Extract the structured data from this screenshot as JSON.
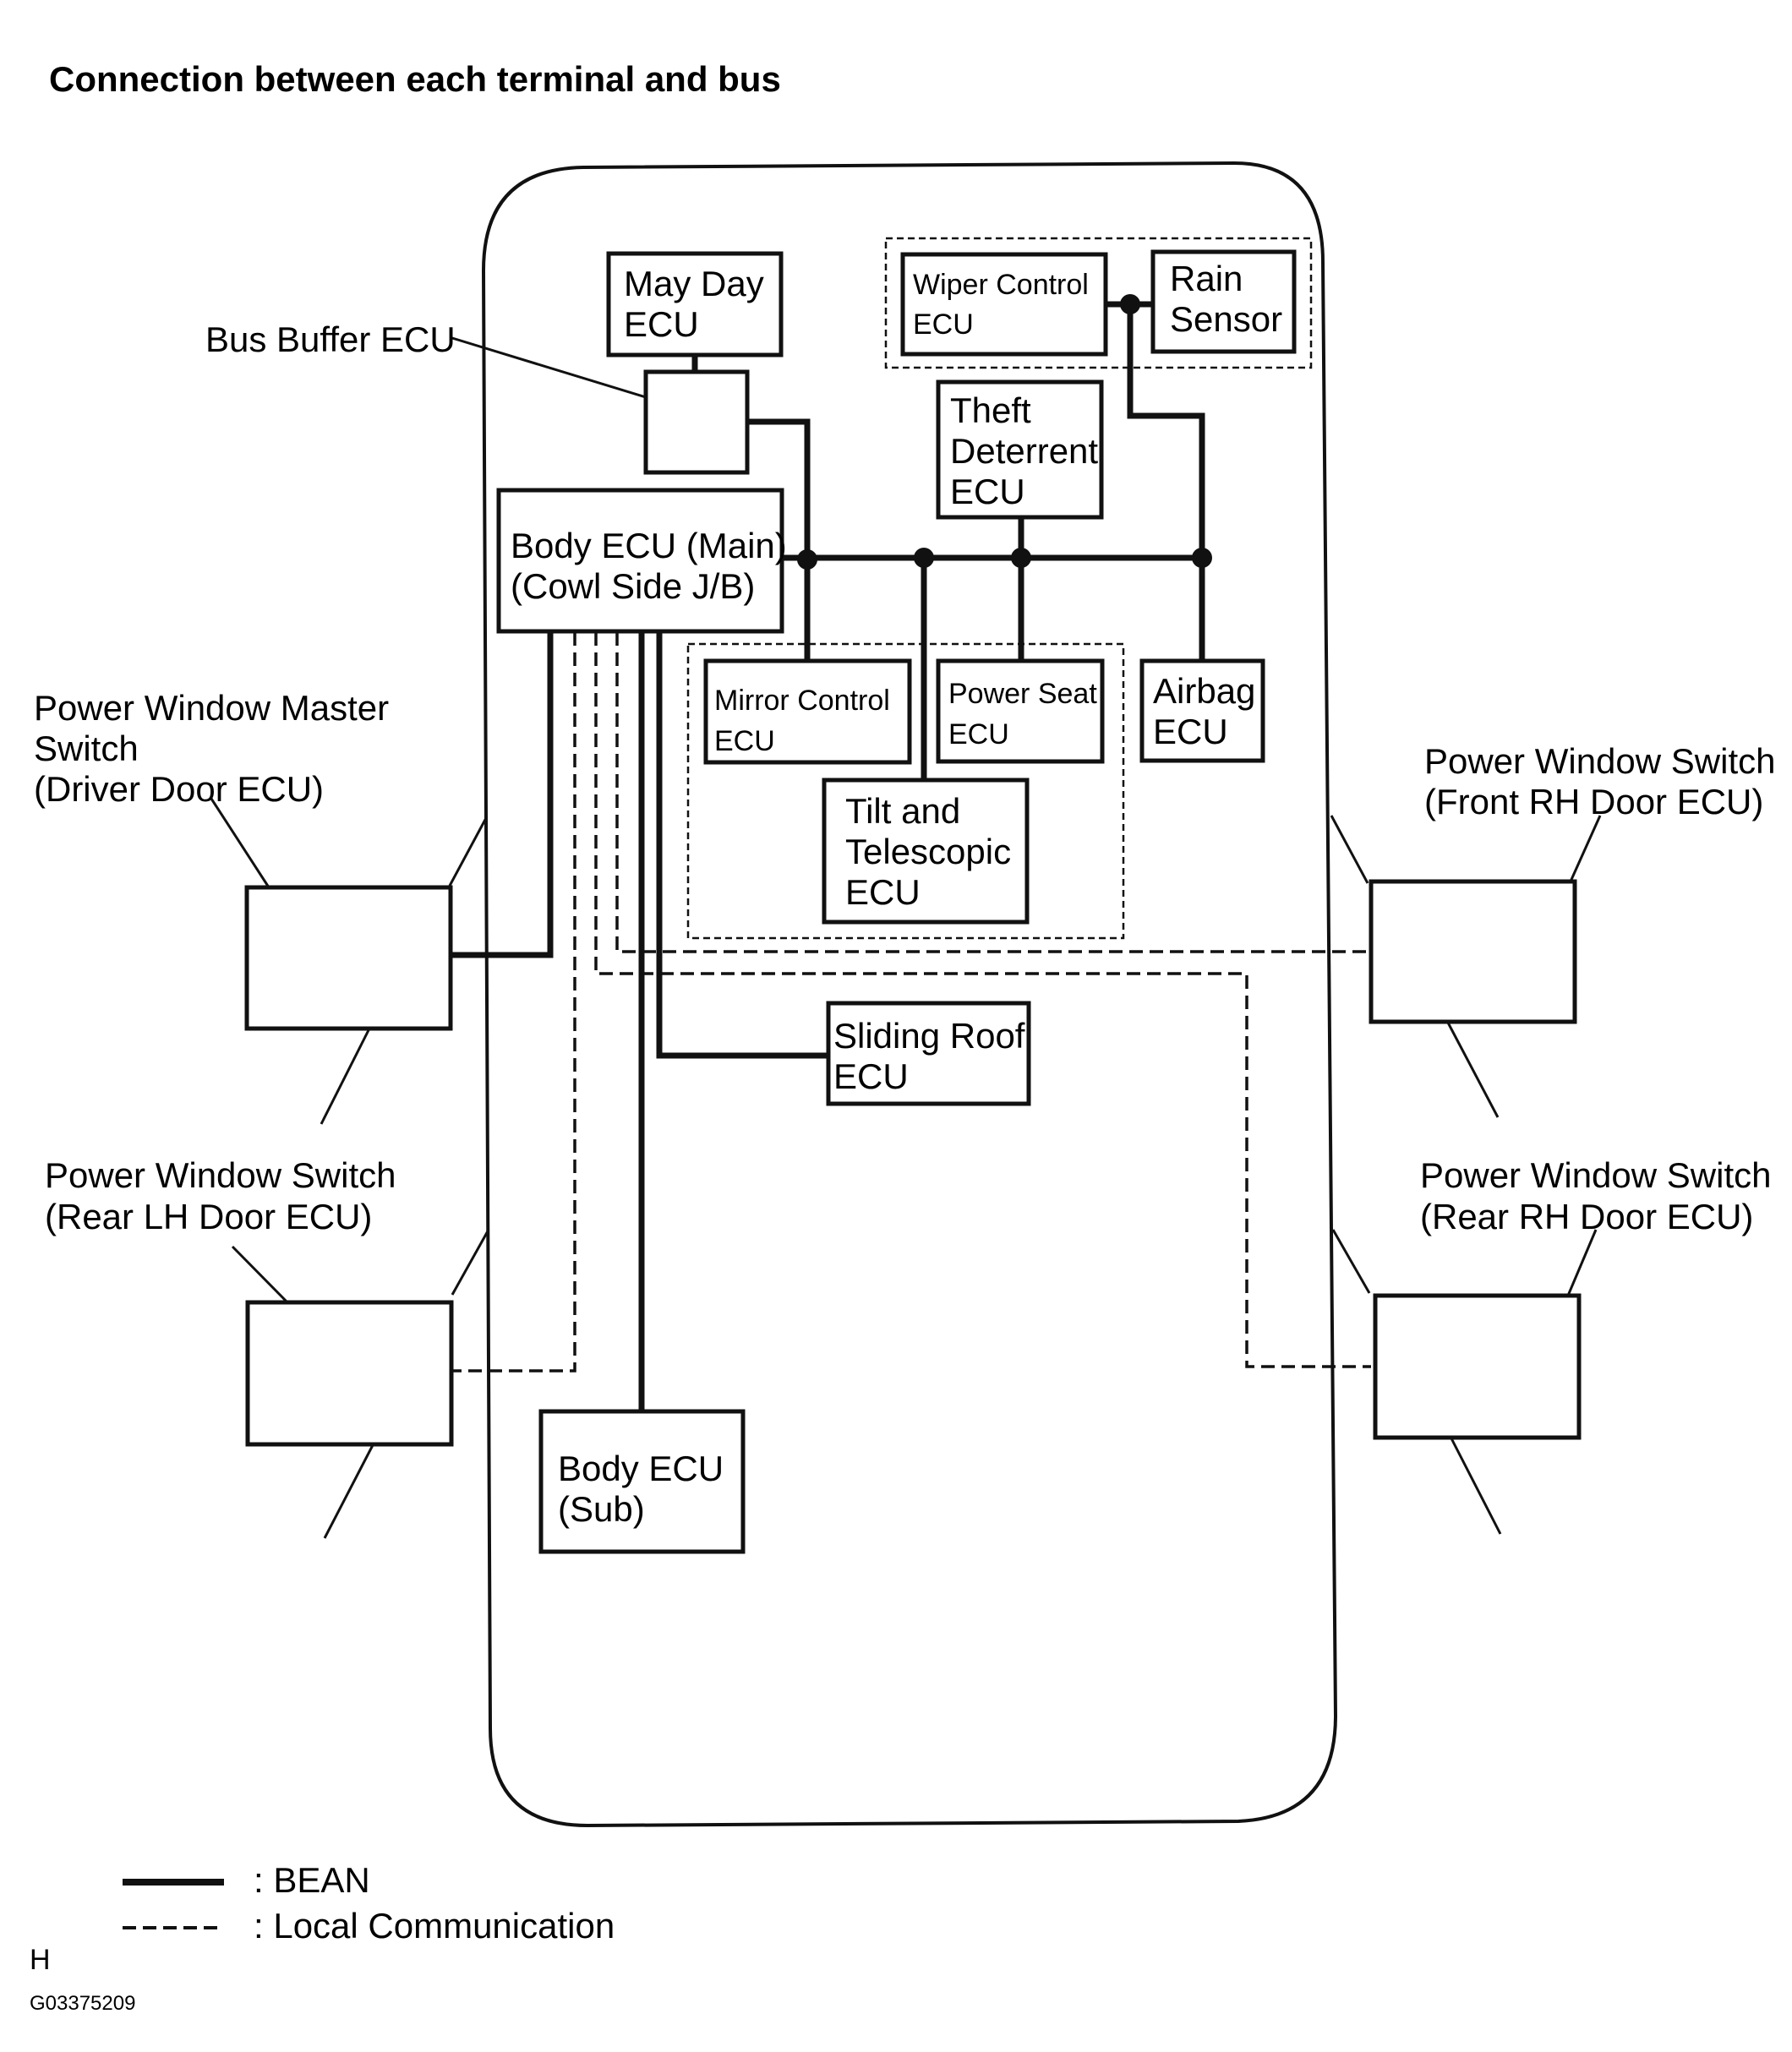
{
  "title": "Connection between each terminal and bus",
  "nodes": {
    "may_day": [
      "May Day",
      "ECU"
    ],
    "bus_buffer": [
      "Bus Buffer ECU"
    ],
    "wiper": [
      "Wiper Control",
      "ECU"
    ],
    "rain": [
      "Rain",
      "Sensor"
    ],
    "theft": [
      "Theft",
      "Deterrent",
      "ECU"
    ],
    "body_main": [
      "Body ECU (Main)",
      "(Cowl Side J/B)"
    ],
    "mirror": [
      "Mirror Control",
      "ECU"
    ],
    "power_seat": [
      "Power Seat",
      "ECU"
    ],
    "airbag": [
      "Airbag",
      "ECU"
    ],
    "tilt": [
      "Tilt and",
      "Telescopic",
      "ECU"
    ],
    "sliding_roof": [
      "Sliding Roof",
      "ECU"
    ],
    "body_sub": [
      "Body ECU",
      "(Sub)"
    ],
    "pw_master": [
      "Power Window Master",
      "Switch",
      "(Driver Door ECU)"
    ],
    "pw_front_rh": [
      "Power Window Switch",
      "(Front RH Door ECU)"
    ],
    "pw_rear_lh": [
      "Power Window Switch",
      "(Rear LH Door ECU)"
    ],
    "pw_rear_rh": [
      "Power Window Switch",
      "(Rear RH Door ECU)"
    ]
  },
  "legend": {
    "bean": ": BEAN",
    "local": ": Local Communication"
  },
  "footer": {
    "mark": "H",
    "code": "G03375209"
  }
}
